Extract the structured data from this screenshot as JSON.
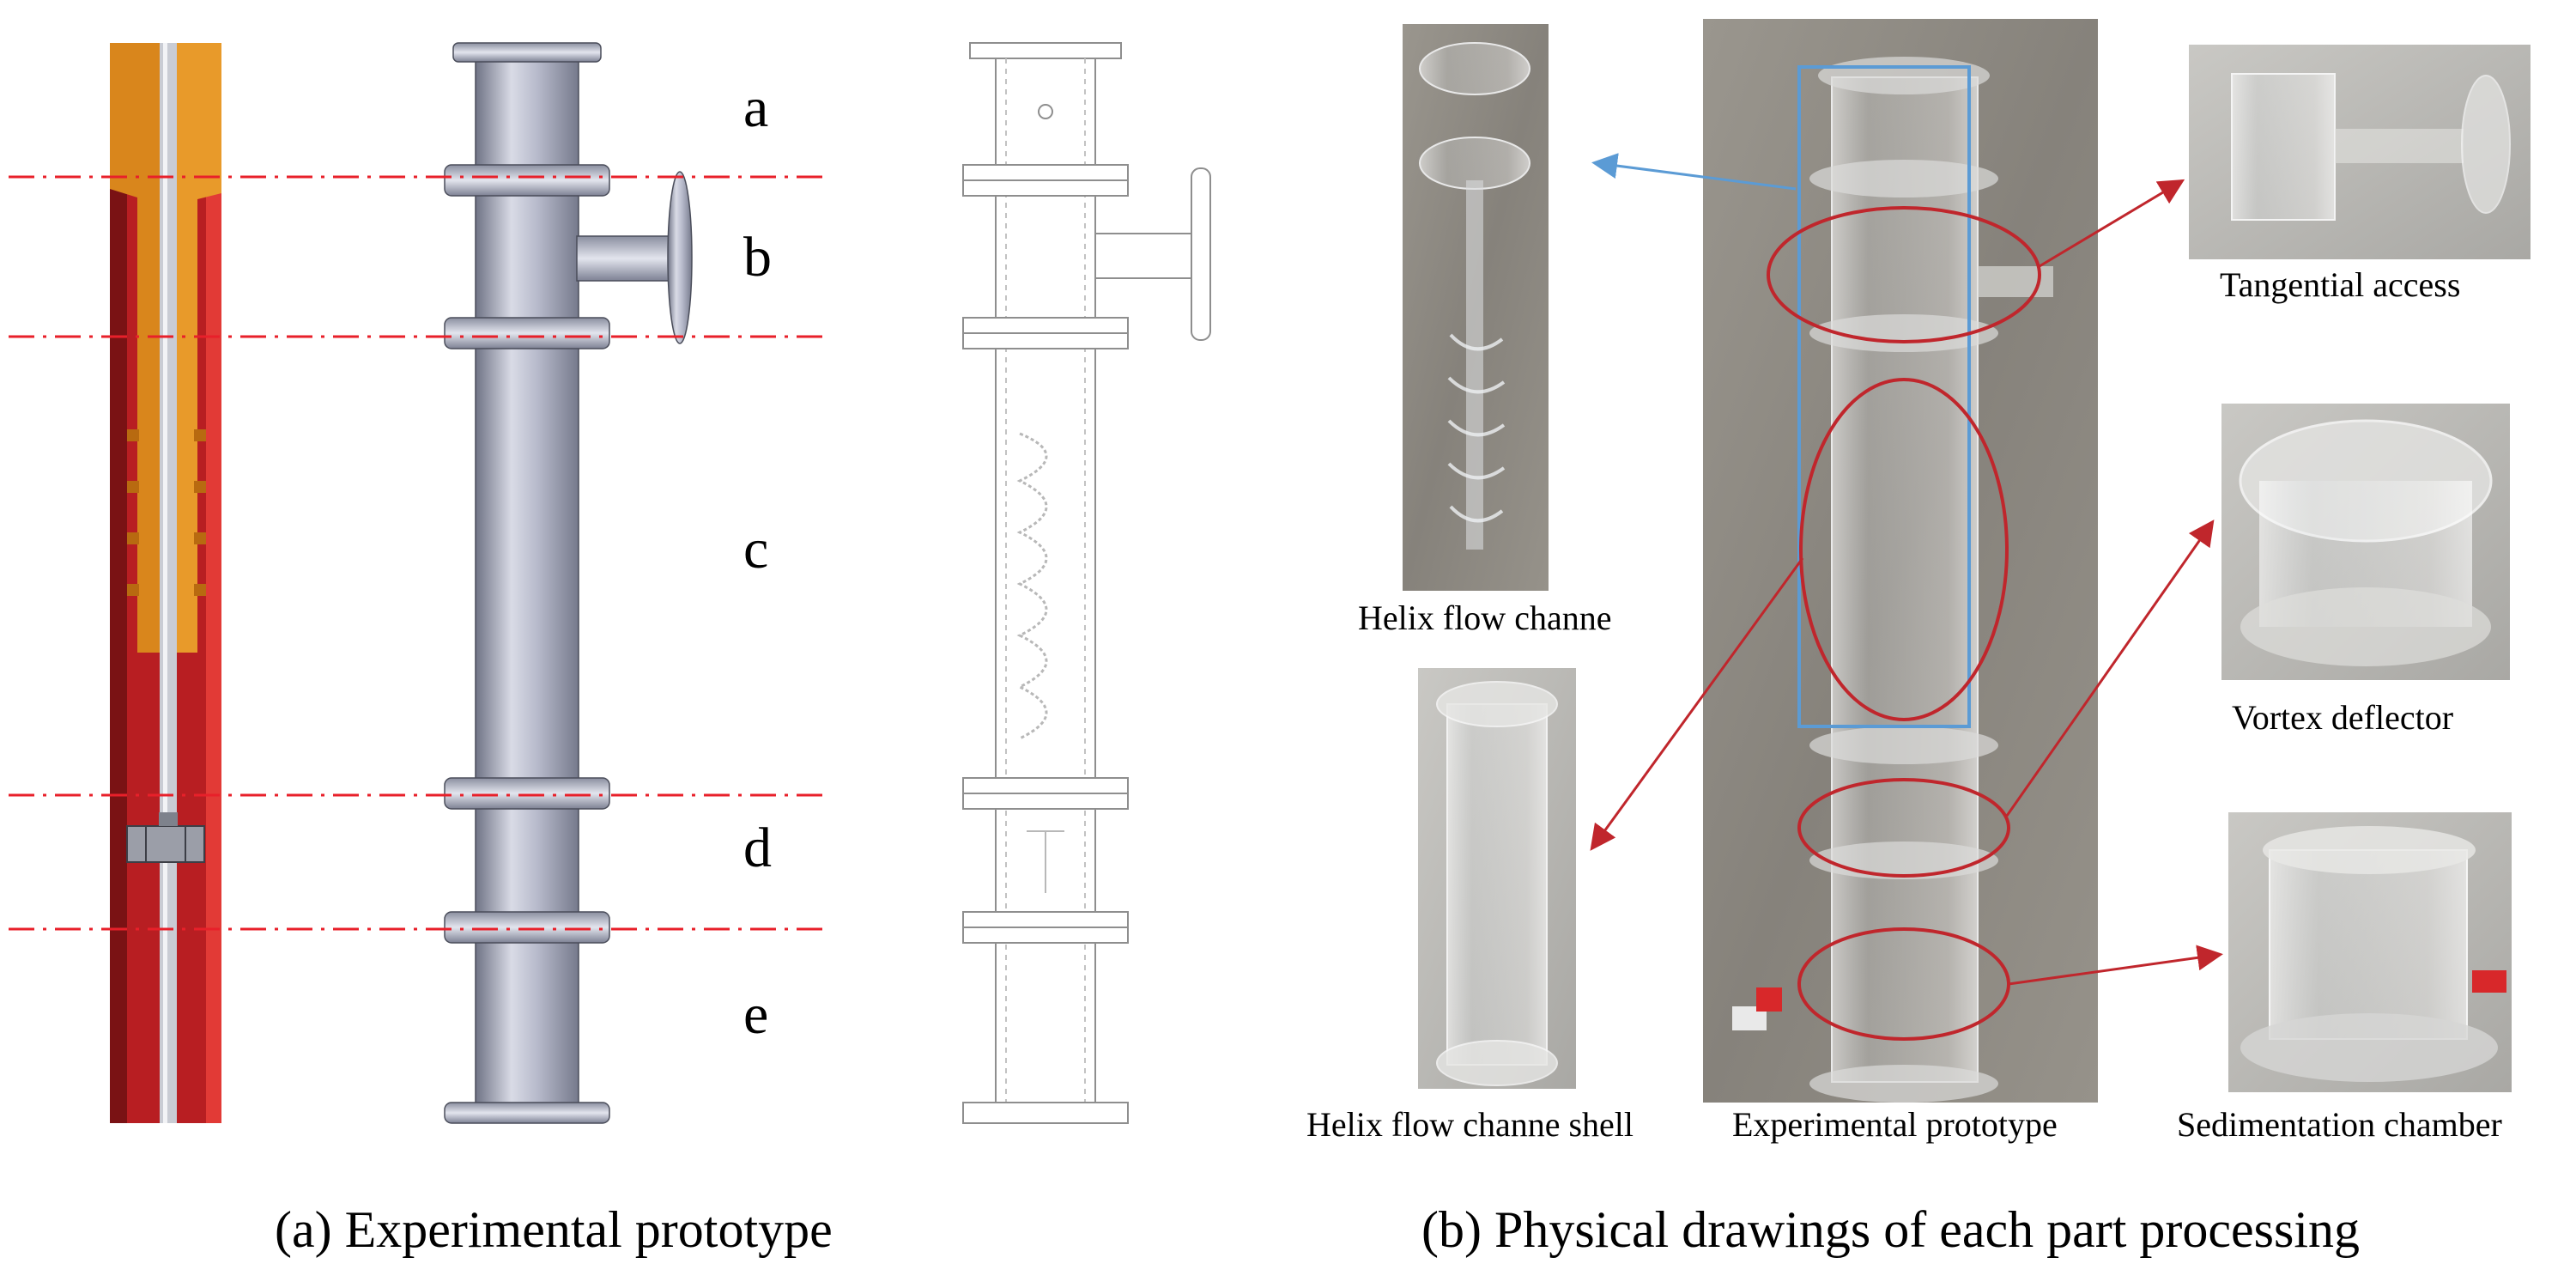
{
  "panel_a": {
    "caption": "(a) Experimental prototype",
    "section_labels": [
      "a",
      "b",
      "c",
      "d",
      "e"
    ]
  },
  "panel_b": {
    "caption": "(b) Physical drawings of each part processing",
    "photos": {
      "helix_flow_channel": "Helix flow channe",
      "helix_flow_channel_shell": "Helix flow channe shell",
      "experimental_prototype": "Experimental prototype",
      "tangential_access": "Tangential access",
      "vortex_deflector": "Vortex deflector",
      "sedimentation_chamber": "Sedimentation chamber"
    }
  },
  "colors": {
    "cutline": "#e8202a",
    "pipe_steel": "#a4a7b8",
    "section_red": "#d62a2a",
    "section_orange": "#d9861c",
    "callout_red": "#c0262c",
    "callout_blue": "#5b9bd5",
    "photo_concrete": "#8f8b83",
    "photo_light": "#bdbcb8"
  }
}
